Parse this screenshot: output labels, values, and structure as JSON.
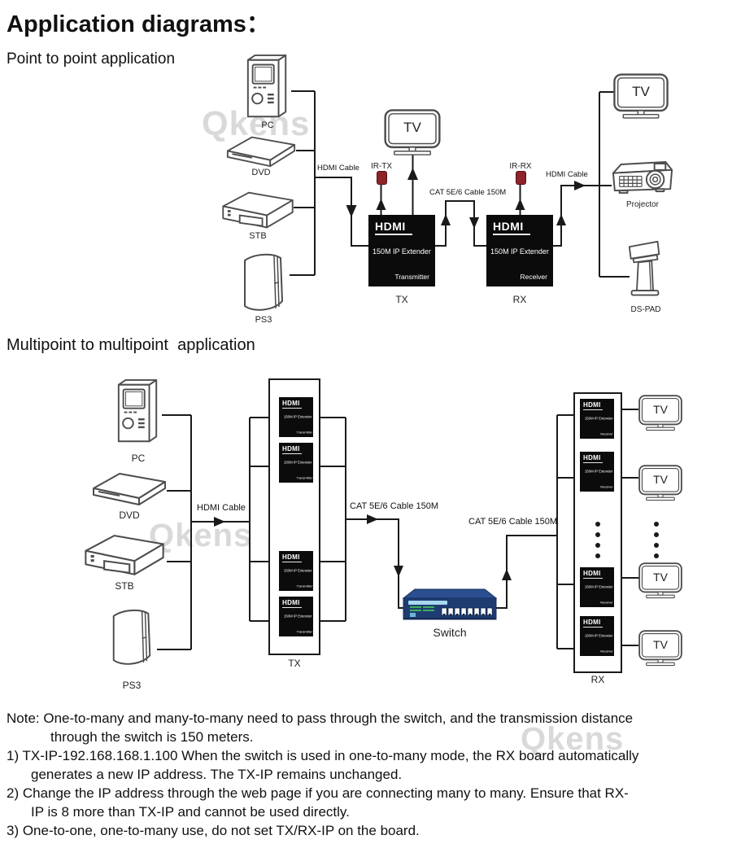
{
  "title": "Application diagrams：",
  "watermark": "Qkens",
  "p2p": {
    "heading": "Point to point application",
    "pc": "PC",
    "dvd": "DVD",
    "stb": "STB",
    "ps3": "PS3",
    "hdmi_cable_left": "HDMI Cable",
    "ir_tx": "IR-TX",
    "ir_rx": "IR-RX",
    "cat_cable": "CAT 5E/6 Cable 150M",
    "hdmi_cable_right": "HDMI Cable",
    "tv_center": "TV",
    "tv_right": "TV",
    "tx": "TX",
    "rx": "RX",
    "projector": "Projector",
    "ds_pad": "DS-PAD"
  },
  "mp": {
    "heading": "Multipoint to multipoint  application",
    "pc": "PC",
    "dvd": "DVD",
    "stb": "STB",
    "ps3": "PS3",
    "hdmi_cable": "HDMI Cable",
    "cat_cable_left": "CAT 5E/6 Cable 150M",
    "cat_cable_right": "CAT 5E/6 Cable 150M",
    "switch": "Switch",
    "tx": "TX",
    "rx": "RX",
    "tv": "TV"
  },
  "extender": {
    "brand": "HDMI",
    "model": "150M IP Extender",
    "transmitter": "Transmitter",
    "receiver": "Receiver"
  },
  "notes": {
    "line1": "Note: One-to-many and many-to-many need to pass through the switch, and the transmission distance",
    "line2": "through the switch is 150 meters.",
    "line3": "1) TX-IP-192.168.168.1.100 When the switch is used in one-to-many mode, the RX board automatically",
    "line4": "generates a new IP address. The TX-IP remains unchanged.",
    "line5": "2) Change the IP address through the web page if you are connecting many to many. Ensure that RX-",
    "line6": "IP is 8 more than TX-IP and cannot be used directly.",
    "line7": "3) One-to-one, one-to-many use, do not set TX/RX-IP on the board."
  },
  "colors": {
    "wire": "#1a1a1a",
    "extender_box": "#0b0b0b",
    "ir_emitter": "#8e2329",
    "switch_body": "#1e3c72",
    "watermark": "#d9d9d9"
  }
}
